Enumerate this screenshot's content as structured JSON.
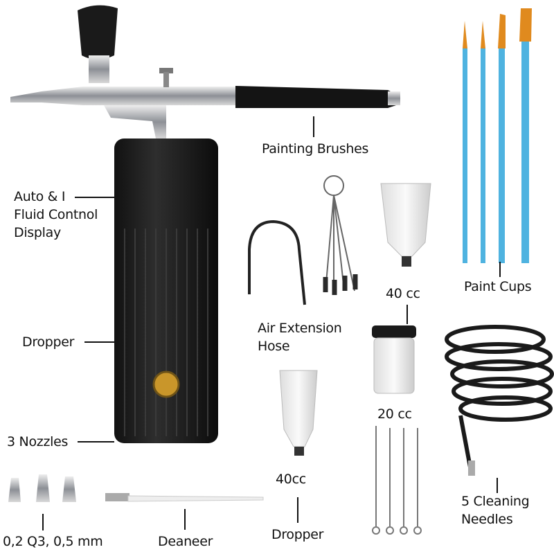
{
  "labels": {
    "painting_brushes": "Painting Brushes",
    "fluid_control_1": "Auto & I",
    "fluid_control_2": "Fluid Contnol",
    "fluid_control_3": "Display",
    "air_hose_1": "Air Extension",
    "air_hose_2": "Hose",
    "cup_40cc_top": "40 cc",
    "paint_cups": "Paint Cups",
    "dropper_left": "Dropper",
    "cup_20cc": "20 cc",
    "nozzles": "3 Nozzles",
    "cup_40cc_bottom": "40cc",
    "cleaning_needles_1": "5 Cleaning",
    "cleaning_needles_2": "Needles",
    "nozzle_sizes": "0,2  Q3, 0,5 mm",
    "cleaner": "Deaneer",
    "dropper_bottom": "Dropper"
  },
  "colors": {
    "body": "#1c1c1c",
    "chrome": "#b9bcc0",
    "brush_handle": "#4fb3e0",
    "brush_bristle": "#e08a1e",
    "button": "#c9962a"
  }
}
